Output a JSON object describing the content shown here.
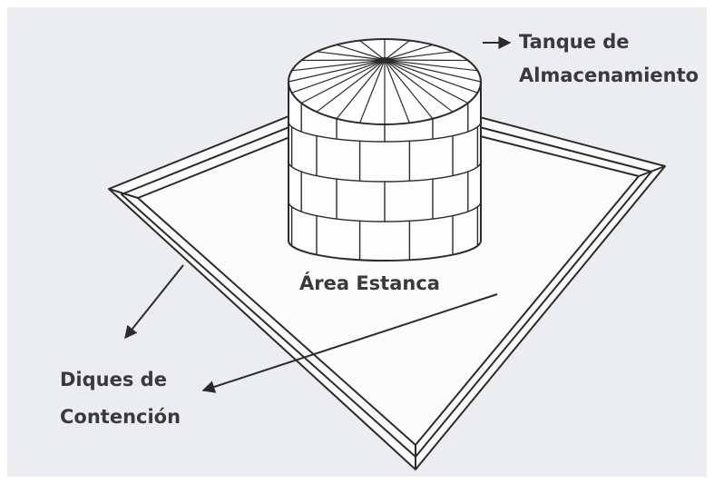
{
  "diagram": {
    "labels": {
      "tank_line1": "Tanque de",
      "tank_line2": "Almacenamiento",
      "area": "Área Estanca",
      "dikes_line1": "Diques de",
      "dikes_line2": "Contención"
    },
    "colors": {
      "background": "#ffffff",
      "panel": "#ebedf0",
      "line": "#2b2b2b",
      "text": "#3a3a3a",
      "fill": "#fbfbfb"
    }
  }
}
